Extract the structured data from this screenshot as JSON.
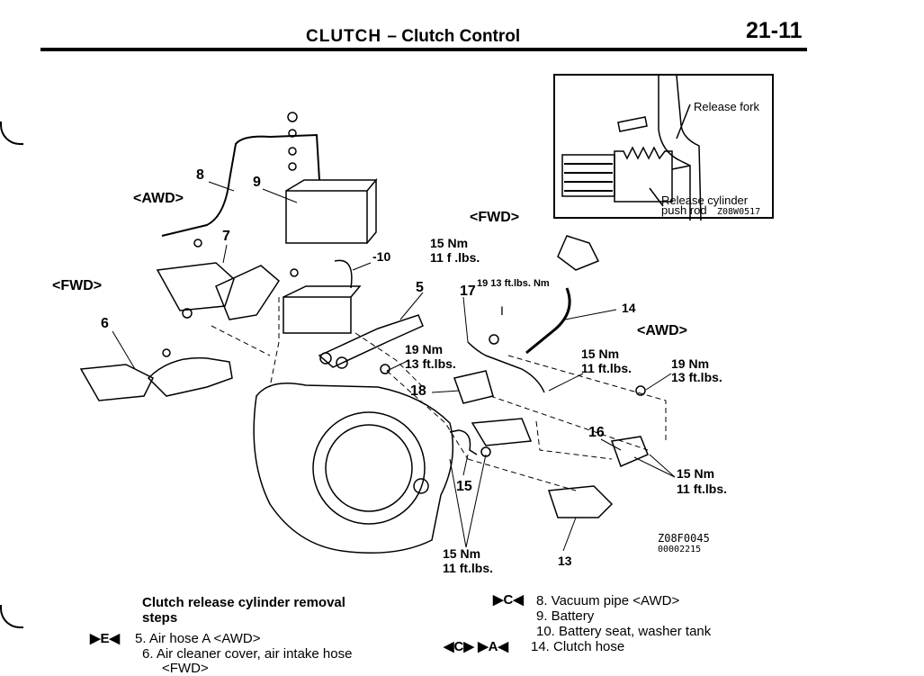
{
  "header": {
    "section": "CLUTCH",
    "subsection": "– Clutch Control",
    "page_number": "21-11"
  },
  "inset": {
    "release_fork": "Release fork",
    "release_cylinder_line1": "Release cylinder",
    "release_cylinder_line2": "push rod",
    "code": "Z08W0517"
  },
  "diagram_labels": {
    "awd_left": "<AWD>",
    "fwd_left": "<FWD>",
    "fwd_center": "<FWD>",
    "awd_right": "<AWD>",
    "n5": "5",
    "n6": "6",
    "n7": "7",
    "n8": "8",
    "n9": "9",
    "n10": "-10",
    "n13": "13",
    "n14": "14",
    "n15": "15",
    "n16": "16",
    "n17": "17",
    "n18": "18",
    "tick_i": "I",
    "torque_a_nm": "15 Nm",
    "torque_a_ft": "11 f .lbs.",
    "torque_b": "19 13 ft.lbs. Nm",
    "torque_c_nm": "19 Nm",
    "torque_c_ft": "13 ft.lbs.",
    "torque_d_nm": "15 Nm",
    "torque_d_ft": "11 ft.lbs.",
    "torque_e_nm": "19 Nm",
    "torque_e_ft": "13 ft.lbs.",
    "torque_f_nm": "15 Nm",
    "torque_f_ft": "11 ft.lbs.",
    "torque_g_nm": "15 Nm",
    "torque_g_ft": "11 ft.lbs.",
    "figure_code": "Z08F0045",
    "figure_subcode": "00002215"
  },
  "steps": {
    "heading_line1": "Clutch release cylinder removal",
    "heading_line2": "steps",
    "step5_marker": "▶E◀",
    "step5": "5. Air hose A <AWD>",
    "step6_line1": "6. Air cleaner cover, air intake hose",
    "step6_line2": "<FWD>",
    "step8_marker": "▶C◀",
    "step8": "8. Vacuum pipe <AWD>",
    "step9": "9. Battery",
    "step10": "10. Battery seat, washer tank",
    "step14_marker": "◀C▶ ▶A◀",
    "step14": "14. Clutch hose"
  }
}
